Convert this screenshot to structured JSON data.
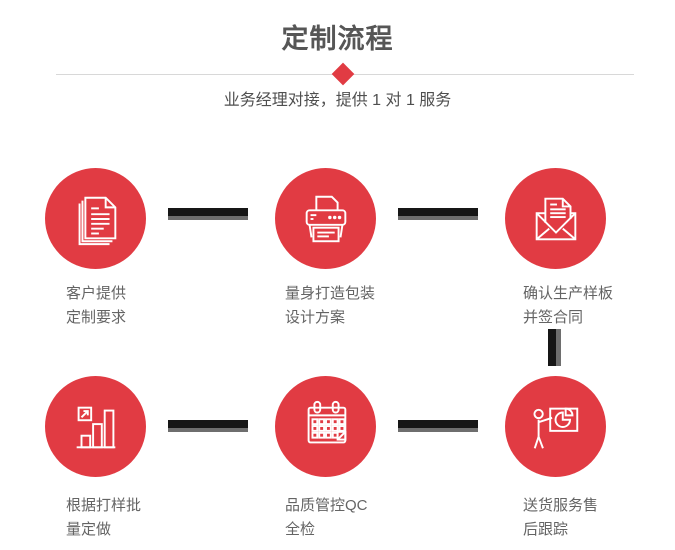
{
  "header": {
    "title": "定制流程",
    "subtitle": "业务经理对接，提供 1 对 1 服务"
  },
  "colors": {
    "accent_red": "#e13b43",
    "connector_dark": "#161616",
    "connector_gray": "#6e6e6e",
    "title_text": "#565656",
    "subtitle_text": "#4f4f4f",
    "label_text": "#646464",
    "divider_line": "#d8d8d8",
    "icon_stroke": "#ffffff"
  },
  "decorations": {
    "diamond": "diamond-icon"
  },
  "steps": [
    {
      "icon": "documents-icon",
      "lines": [
        "客户提供",
        "定制要求"
      ]
    },
    {
      "icon": "printer-icon",
      "lines": [
        "量身打造包装",
        "设计方案"
      ]
    },
    {
      "icon": "envelope-icon",
      "lines": [
        "确认生产样板",
        "并签合同"
      ]
    },
    {
      "icon": "bar-chart-icon",
      "lines": [
        "根据打样批",
        "量定做"
      ]
    },
    {
      "icon": "calendar-icon",
      "lines": [
        "品质管控QC",
        "全检"
      ]
    },
    {
      "icon": "presentation-icon",
      "lines": [
        "送货服务售",
        "后跟踪"
      ]
    }
  ]
}
